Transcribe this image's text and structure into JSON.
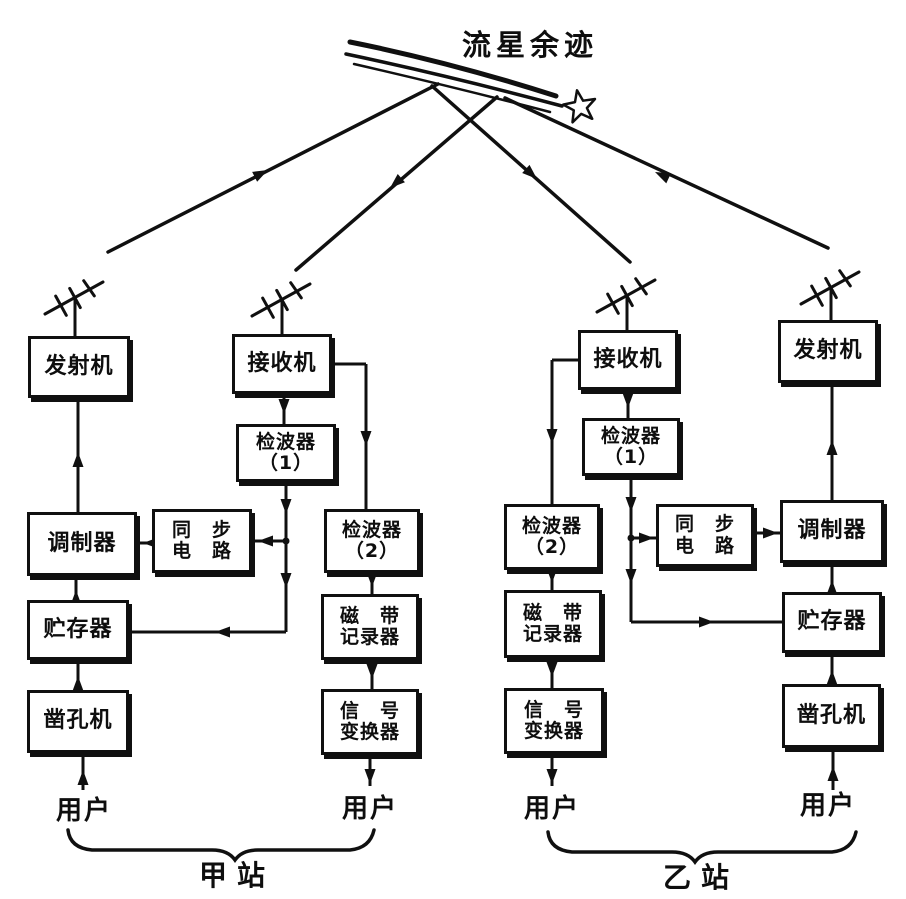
{
  "title": "流星余迹",
  "colors": {
    "ink": "#101010",
    "paper": "#ffffff"
  },
  "icons": {
    "antenna": "yagi-antenna-icon",
    "meteor_star": "star-outline-icon",
    "meteor_trail": "three-parallel-trail-lines",
    "flow_arrow": "solid-triangle-arrowhead"
  },
  "labels": {
    "transmitter": "发射机",
    "receiver": "接收机",
    "detector": "检波器",
    "detector1_index": "（1）",
    "detector2_index": "（2）",
    "sync_line1": "同　步",
    "sync_line2": "电　路",
    "modulator": "调制器",
    "storage": "贮存器",
    "tape_line1": "磁　带",
    "tape_line2": "记录器",
    "converter_line1": "信　号",
    "converter_line2": "变换器",
    "punch": "凿孔机",
    "user": "用户"
  },
  "stations": {
    "a": {
      "label": "甲站"
    },
    "b": {
      "label": "乙站"
    }
  }
}
